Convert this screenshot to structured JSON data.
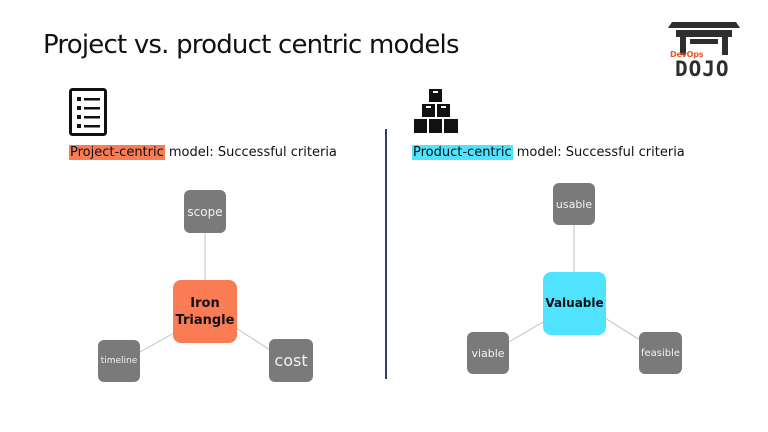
{
  "slide": {
    "title": "Project vs. product centric models",
    "logo": {
      "small_text": "DevOps",
      "big_text": "DOJO"
    }
  },
  "project": {
    "icon": "checklist-icon",
    "highlight": "Project-centric",
    "criteria_text": " model: Successful criteria",
    "highlight_color": "#f97c55",
    "center_label_line1": "Iron",
    "center_label_line2": "Triangle",
    "nodes": {
      "top": "scope",
      "left": "timeline",
      "right": "cost"
    }
  },
  "product": {
    "icon": "boxes-stack-icon",
    "highlight": "Product-centric",
    "criteria_text": " model: Successful criteria",
    "highlight_color": "#4fe3ff",
    "center_label": "Valuable",
    "nodes": {
      "top": "usable",
      "left": "viable",
      "right": "feasible"
    }
  },
  "colors": {
    "node_gray": "#7a7a7a",
    "connector": "#bfbfbf",
    "divider": "#2f3e6e"
  }
}
